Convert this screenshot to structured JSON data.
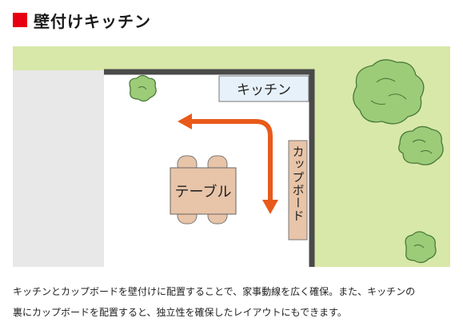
{
  "title": "壁付けキッチン",
  "colors": {
    "accent_red": "#e60012",
    "lawn_green": "#d8e8a8",
    "paved_gray": "#e8e8e8",
    "room_floor": "#ffffff",
    "wall_dark": "#4a4a4a",
    "kitchen_fill": "#e6f1fa",
    "furniture_fill": "#e8c4a8",
    "flow_arrow": "#e85a1a",
    "tree_fill": "#9ccc78",
    "tree_stroke": "#4a7a3a"
  },
  "diagram": {
    "kitchen_label": "キッチン",
    "cupboard_label": "カップボード",
    "table_label": "テーブル",
    "icons": [
      "tree-icon",
      "flow-arrow-icon",
      "chair-icon"
    ]
  },
  "caption": {
    "line1": "キッチンとカップボードを壁付けに配置することで、家事動線を広く確保。また、キッチンの",
    "line2": "裏にカップボードを配置すると、独立性を確保したレイアウトにもできます。"
  }
}
